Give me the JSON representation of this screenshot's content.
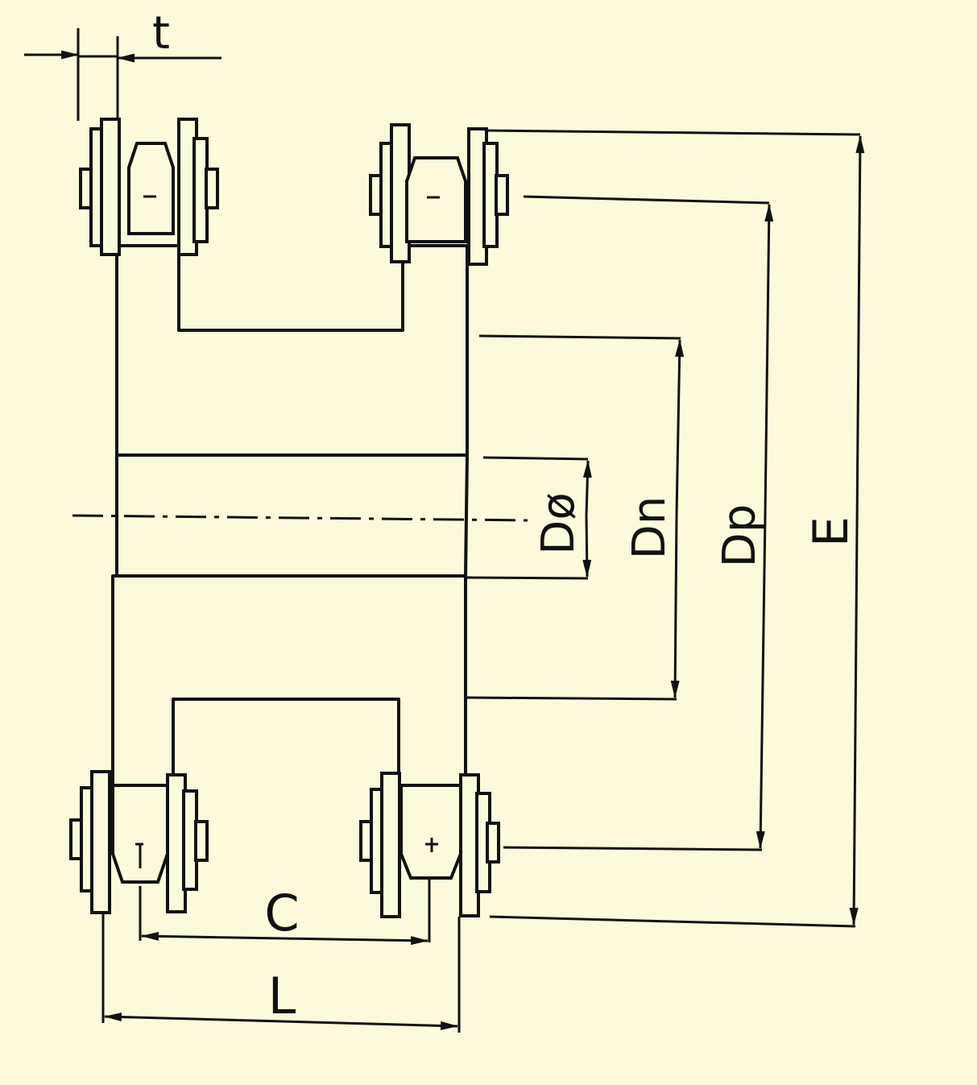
{
  "labels": {
    "t": "t",
    "d0": "Dø",
    "dn": "Dn",
    "dp": "Dp",
    "e": "E",
    "c": "C",
    "l": "L"
  },
  "colors": {
    "background": "#fdfadc",
    "line": "#111111"
  }
}
